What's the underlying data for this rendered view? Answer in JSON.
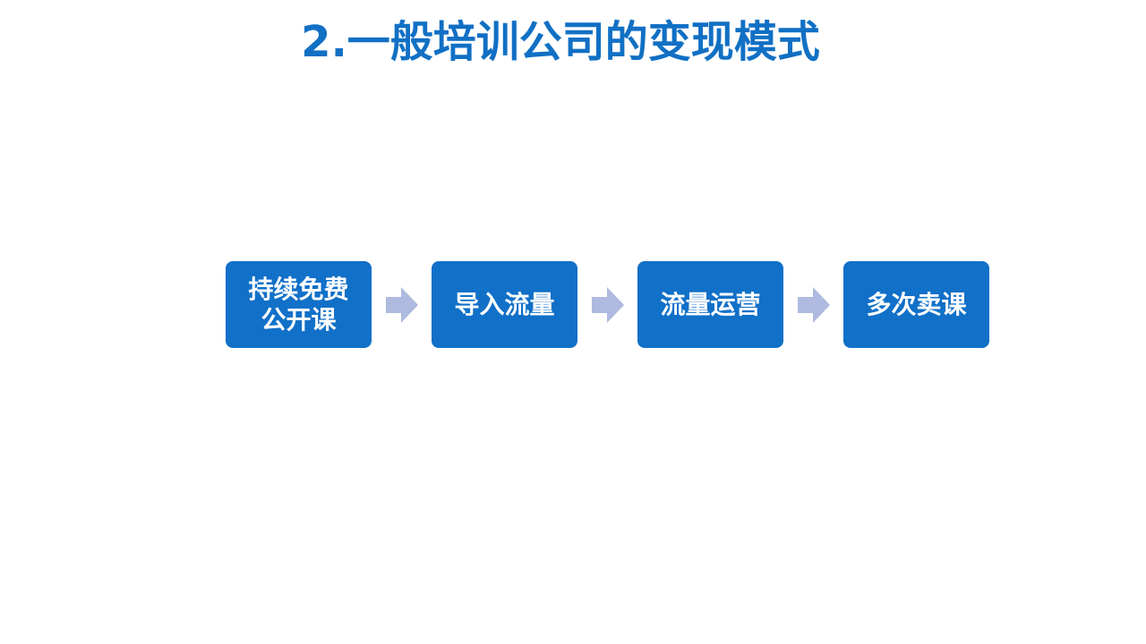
{
  "title": "2.一般培训公司的变现模式",
  "colors": {
    "title": "#1170c4",
    "step_fill": "#1170c8",
    "step_text": "#ffffff",
    "arrow": "#aebadf"
  },
  "steps": [
    {
      "label": "持续免费\n公开课"
    },
    {
      "label": "导入流量"
    },
    {
      "label": "流量运营"
    },
    {
      "label": "多次卖课"
    }
  ],
  "connector_icon": "right-arrow-icon"
}
